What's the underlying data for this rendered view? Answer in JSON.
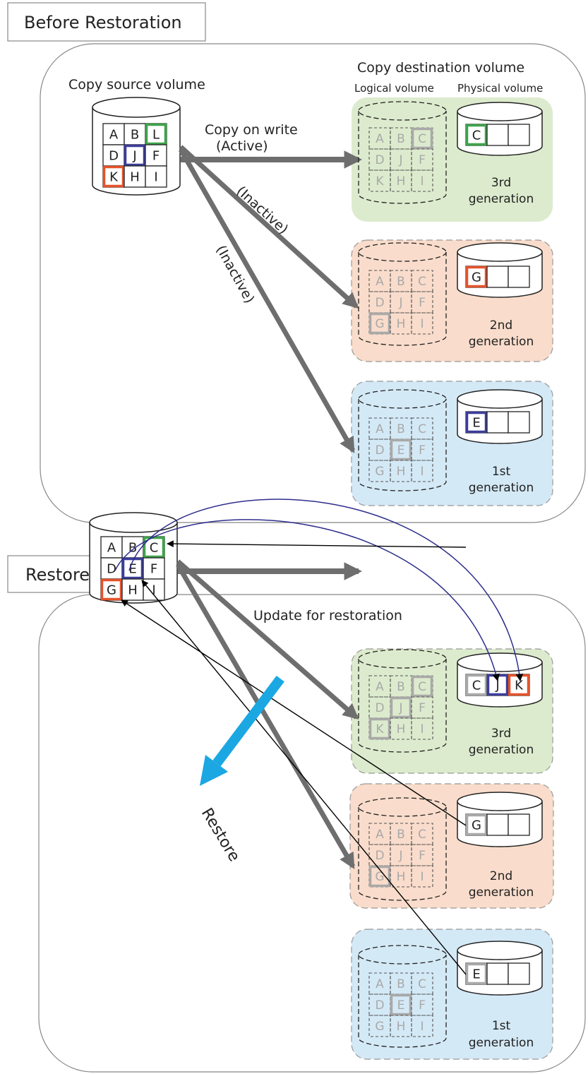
{
  "sections": [
    {
      "title": "Before Restoration",
      "source_label": "Copy source volume",
      "dest_label": "Copy destination volume",
      "logical_label": "Logical volume",
      "physical_label": "Physical volume",
      "source_grid": [
        [
          "A",
          "B",
          "L"
        ],
        [
          "D",
          "J",
          "F"
        ],
        [
          "K",
          "H",
          "I"
        ]
      ],
      "arrow_labels": {
        "active_1": "Copy on write",
        "active_2": "(Active)",
        "inactive_a": "(Inactive)",
        "inactive_b": "(Inactive)"
      },
      "generations": [
        {
          "gen_line1": "3rd",
          "gen_line2": "generation",
          "logical_grid": [
            [
              "A",
              "B",
              "C"
            ],
            [
              "D",
              "J",
              "F"
            ],
            [
              "K",
              "H",
              "I"
            ]
          ],
          "physical_cells": [
            "C",
            "",
            ""
          ]
        },
        {
          "gen_line1": "2nd",
          "gen_line2": "generation",
          "logical_grid": [
            [
              "A",
              "B",
              "C"
            ],
            [
              "D",
              "J",
              "F"
            ],
            [
              "G",
              "H",
              "I"
            ]
          ],
          "physical_cells": [
            "G",
            "",
            ""
          ]
        },
        {
          "gen_line1": "1st",
          "gen_line2": "generation",
          "logical_grid": [
            [
              "A",
              "B",
              "C"
            ],
            [
              "D",
              "E",
              "F"
            ],
            [
              "G",
              "H",
              "I"
            ]
          ],
          "physical_cells": [
            "E",
            "",
            ""
          ]
        }
      ]
    },
    {
      "title": "Restore",
      "update_label": "Update for restoration",
      "restore_arrow_label": "Restore",
      "source_grid": [
        [
          "A",
          "B",
          "C"
        ],
        [
          "D",
          "E",
          "F"
        ],
        [
          "G",
          "H",
          "I"
        ]
      ],
      "generations": [
        {
          "gen_line1": "3rd",
          "gen_line2": "generation",
          "logical_grid": [
            [
              "A",
              "B",
              "C"
            ],
            [
              "D",
              "J",
              "F"
            ],
            [
              "K",
              "H",
              "I"
            ]
          ],
          "physical_cells": [
            "C",
            "J",
            "K"
          ]
        },
        {
          "gen_line1": "2nd",
          "gen_line2": "generation",
          "logical_grid": [
            [
              "A",
              "B",
              "C"
            ],
            [
              "D",
              "J",
              "F"
            ],
            [
              "G",
              "H",
              "I"
            ]
          ],
          "physical_cells": [
            "G",
            "",
            ""
          ]
        },
        {
          "gen_line1": "1st",
          "gen_line2": "generation",
          "logical_grid": [
            [
              "A",
              "B",
              "C"
            ],
            [
              "D",
              "E",
              "F"
            ],
            [
              "G",
              "H",
              "I"
            ]
          ],
          "physical_cells": [
            "E",
            "",
            ""
          ]
        }
      ]
    }
  ],
  "colors": {
    "green_bg": "#dcebcd",
    "salmon_bg": "#f9dccb",
    "blue_bg": "#d4e9f6",
    "green_mark": "#3ea34a",
    "blue_mark": "#3c3d9a",
    "red_mark": "#e5532b",
    "arrow_gray": "#6e6e6e",
    "faded_text": "#a9a9a9",
    "restore_arrow": "#1ba7e2",
    "update_arc": "#2e2e8c"
  }
}
